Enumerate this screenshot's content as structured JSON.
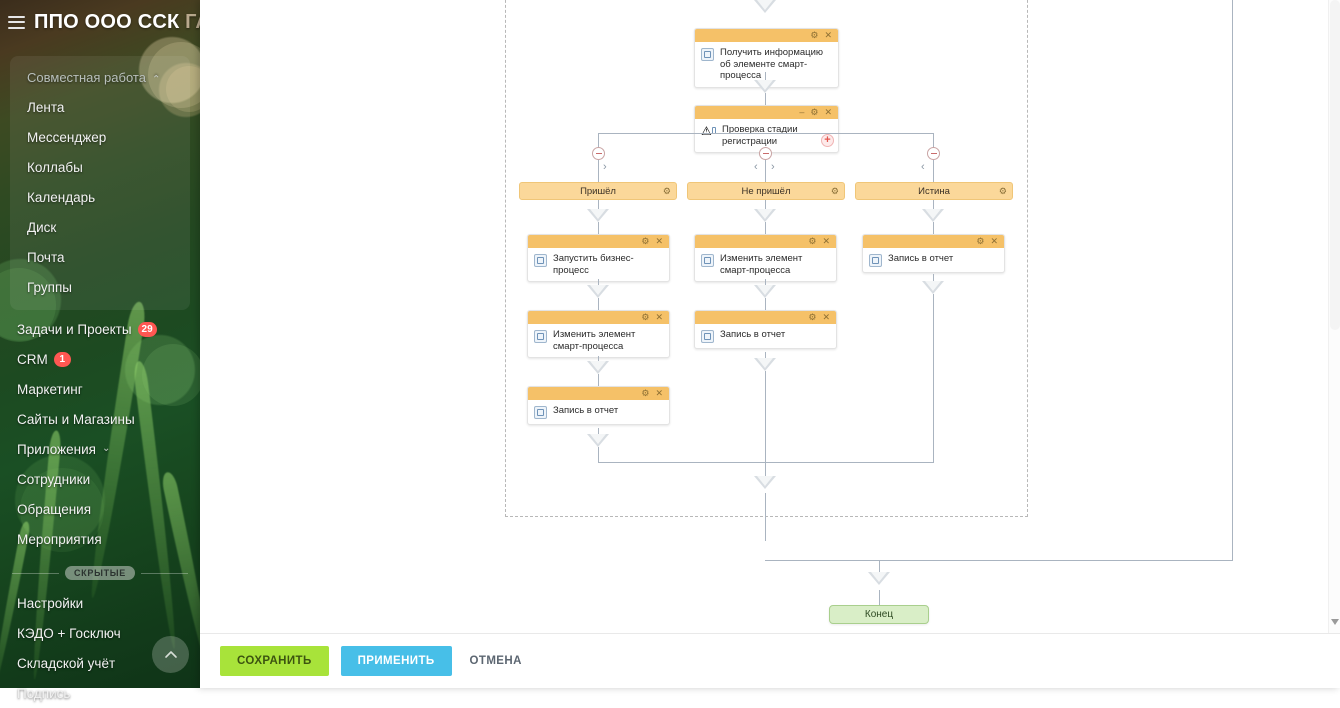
{
  "desktop": {
    "title_main": "ППО ООО ССК ",
    "title_dim": "ГА",
    "burger_icon": "hamburger-menu-icon",
    "scroll_top_icon": "chevron-up-icon"
  },
  "sidebar": {
    "group_header": {
      "label": "Совместная работа",
      "chevron": "⌄"
    },
    "group_items": [
      {
        "label": "Лента"
      },
      {
        "label": "Мессенджер"
      },
      {
        "label": "Коллабы"
      },
      {
        "label": "Календарь"
      },
      {
        "label": "Диск"
      },
      {
        "label": "Почта"
      },
      {
        "label": "Группы"
      }
    ],
    "items": [
      {
        "label": "Задачи и Проекты",
        "badge": "29"
      },
      {
        "label": "CRM",
        "badge": "1"
      },
      {
        "label": "Маркетинг",
        "badge": ""
      },
      {
        "label": "Сайты и Магазины",
        "badge": ""
      },
      {
        "label": "Приложения",
        "badge": "",
        "chevron": "⌄"
      },
      {
        "label": "Сотрудники",
        "badge": ""
      },
      {
        "label": "Обращения",
        "badge": ""
      },
      {
        "label": "Мероприятия",
        "badge": ""
      }
    ],
    "hidden_label": "СКРЫТЫЕ",
    "hidden_items": [
      {
        "label": "Настройки"
      },
      {
        "label": "КЭДО + Госключ"
      },
      {
        "label": "Складской учёт"
      },
      {
        "label": "Подпись"
      }
    ]
  },
  "diagram": {
    "nodes": [
      {
        "id": "get-info",
        "label": "Получить информацию об элементе смарт-процесса",
        "icon": "smart-process-element-icon",
        "header_icons": [
          "gear-icon",
          "close-icon"
        ]
      },
      {
        "id": "check-stage",
        "label": "Проверка стадии регистрации",
        "icon": "condition-warning-icon",
        "header_icons": [
          "minimize-icon",
          "gear-icon",
          "close-icon"
        ],
        "plus_label": "+"
      },
      {
        "id": "start-bp",
        "label": "Запустить бизнес-процесс",
        "icon": "smart-process-element-icon",
        "header_icons": [
          "gear-icon",
          "close-icon"
        ]
      },
      {
        "id": "change-elem-1",
        "label": "Изменить элемент смарт-процесса",
        "icon": "smart-process-element-icon",
        "header_icons": [
          "gear-icon",
          "close-icon"
        ]
      },
      {
        "id": "report-1",
        "label": "Запись в отчет",
        "icon": "smart-process-element-icon",
        "header_icons": [
          "gear-icon",
          "close-icon"
        ]
      },
      {
        "id": "change-elem-2",
        "label": "Изменить элемент смарт-процесса",
        "icon": "smart-process-element-icon",
        "header_icons": [
          "gear-icon",
          "close-icon"
        ]
      },
      {
        "id": "report-2",
        "label": "Запись в отчет",
        "icon": "smart-process-element-icon",
        "header_icons": [
          "gear-icon",
          "close-icon"
        ]
      },
      {
        "id": "report-3",
        "label": "Запись в отчет",
        "icon": "smart-process-element-icon",
        "header_icons": [
          "gear-icon",
          "close-icon"
        ]
      }
    ],
    "branches": [
      {
        "label": "Пришёл",
        "gear": "gear-icon"
      },
      {
        "label": "Не пришёл",
        "gear": "gear-icon"
      },
      {
        "label": "Истина",
        "gear": "gear-icon"
      }
    ],
    "branch_nav": [
      {
        "prev": "",
        "next": "›"
      },
      {
        "prev": "‹",
        "next": "›"
      },
      {
        "prev": "‹",
        "next": ""
      }
    ],
    "end_node": {
      "label": "Конец"
    }
  },
  "footer": {
    "save_label": "СОХРАНИТЬ",
    "apply_label": "ПРИМЕНИТЬ",
    "cancel_label": "ОТМЕНА"
  },
  "colors": {
    "accent_green": "#a8e33a",
    "accent_blue": "#47bfe8",
    "node_header": "#f5c168",
    "branch_pill": "#fbd89a",
    "end_node": "#d9eec7",
    "badge_red": "#ff5752",
    "connector": "#aab4c0"
  }
}
